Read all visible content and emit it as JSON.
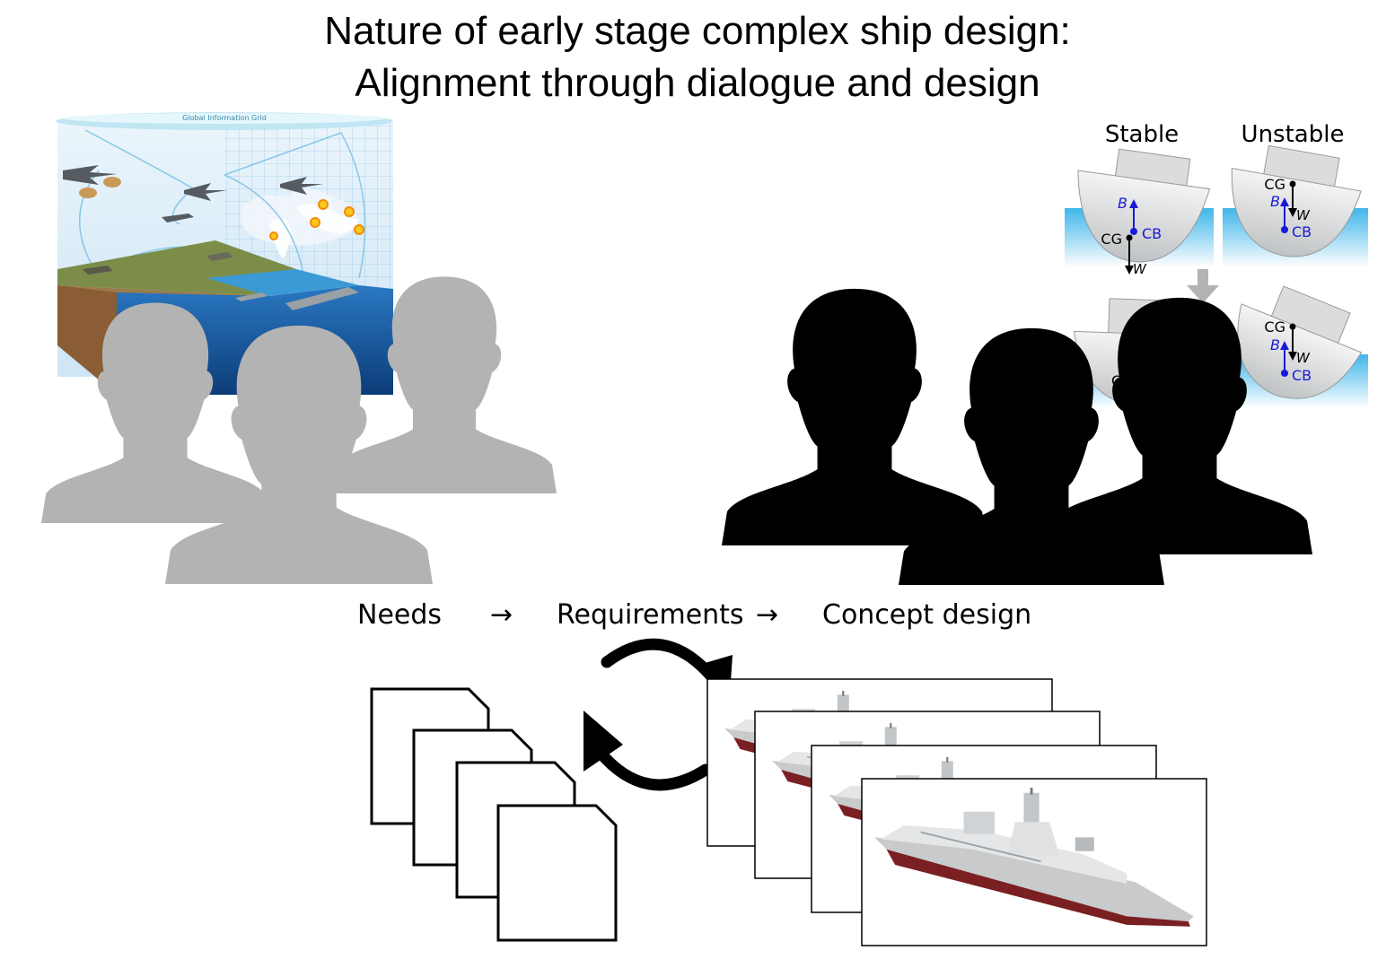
{
  "title": {
    "line1": "Nature of early stage complex ship design:",
    "line2": "Alignment through dialogue and design"
  },
  "illustration": {
    "grid_label": "Global Information Grid"
  },
  "stability": {
    "stable_label": "Stable",
    "unstable_label": "Unstable",
    "cg": "CG",
    "cb": "CB",
    "b": "B",
    "w": "W"
  },
  "flow": {
    "needs": "Needs",
    "arrow1": "→",
    "requirements": "Requirements",
    "arrow2": "→",
    "concept": "Concept design"
  },
  "colors": {
    "stakeholders": "#b3b3b3",
    "designers": "#000000",
    "water": "#3fb6ea",
    "hull": "#d9dadb",
    "stability_blue": "#1a1ad6"
  }
}
